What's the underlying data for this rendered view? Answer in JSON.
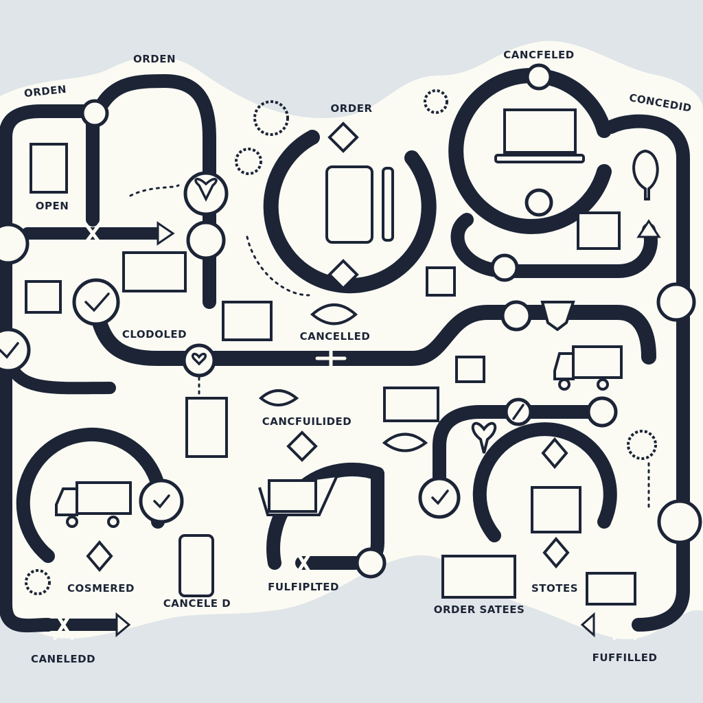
{
  "colors": {
    "background": "#dfe5e8",
    "paper": "#fbfbf4",
    "ink": "#1c2436",
    "hatch": "#5a6a8e"
  },
  "labels": {
    "orden_top": "ORDEN",
    "orden_left": "ORDEN",
    "open": "OPEN",
    "order_center": "ORDER",
    "cancfeled_top": "CANCFELED",
    "concedid": "CONCEDID",
    "clodoled": "CLODOLED",
    "cancelled_mid": "CANCELLED",
    "cancfuilided": "CANCFUILIDED",
    "cosmered": "COSMERED",
    "cancele_d": "CANCELE D",
    "fulfipled": "FULFIPLTED",
    "order_satees": "ORDER SATEES",
    "stotes": "STOTES",
    "caneledd": "CANELEDD",
    "fuffilled": "FUFFILLED"
  }
}
